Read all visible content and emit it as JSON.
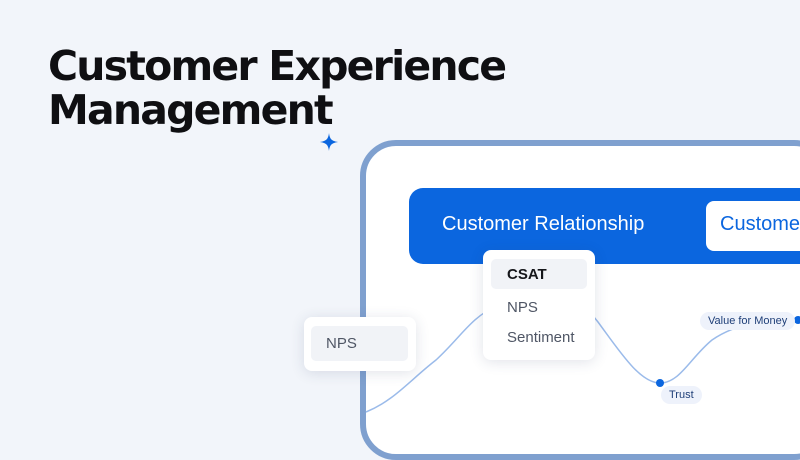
{
  "headline": {
    "line1": "Customer Experience",
    "line2": "Management"
  },
  "colors": {
    "background": "#f2f5fa",
    "primary_blue": "#0b66df",
    "frame_blue": "#7fa0cf",
    "curve_blue": "#9bbbea",
    "pill_bg": "#eef2fb"
  },
  "icons": {
    "sparkle": "sparkle-icon"
  },
  "nav_bar": {
    "label": "Customer Relationship",
    "active_tab": "Custome"
  },
  "dropdown": {
    "items": [
      "CSAT",
      "NPS",
      "Sentiment"
    ],
    "selected": "CSAT"
  },
  "nps_card": {
    "value": "NPS"
  },
  "curve_labels": {
    "trust": "Trust",
    "value_for_money": "Value for Money"
  }
}
